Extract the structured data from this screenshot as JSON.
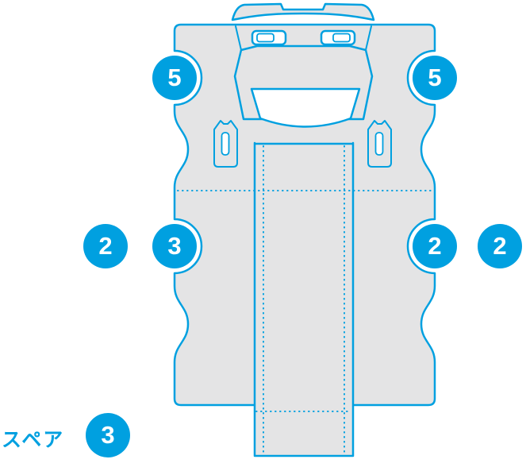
{
  "diagram": {
    "description": "die-cut protective skin template with numbered part callouts",
    "spare_label": "スペア",
    "callouts": [
      {
        "id": "left-top",
        "label": "5"
      },
      {
        "id": "right-top",
        "label": "5"
      },
      {
        "id": "far-left",
        "label": "2"
      },
      {
        "id": "left-mid",
        "label": "3"
      },
      {
        "id": "right-mid",
        "label": "2"
      },
      {
        "id": "far-right",
        "label": "2"
      },
      {
        "id": "spare",
        "label": "3"
      }
    ],
    "colors": {
      "accent": "#00A0E0",
      "shape_fill": "#E4E4E5",
      "background": "#FFFFFF"
    }
  }
}
